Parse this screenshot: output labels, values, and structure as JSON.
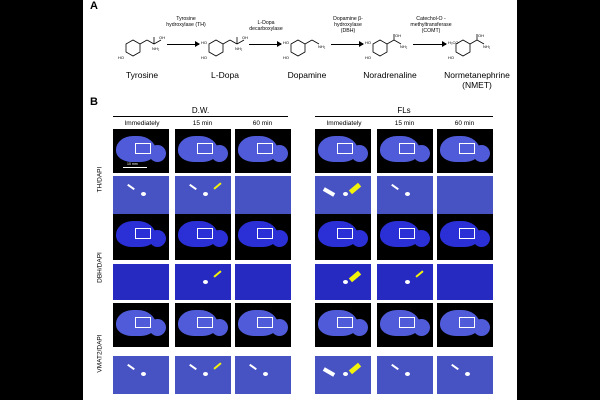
{
  "panel_a": {
    "label": "A",
    "compounds": [
      "Tyrosine",
      "L-Dopa",
      "Dopamine",
      "Noradrenaline",
      "Normetanephrine (NMET)"
    ],
    "enzymes": [
      "Tyrosine hydroxylase (TH)",
      "L-Dopa decarboxylase",
      "Dopamine β-hydroxylase (DBH)",
      "Catechol-O -methyltransferase (COMT)"
    ]
  },
  "panel_b": {
    "label": "B",
    "groups": [
      "D.W.",
      "FLs"
    ],
    "columns": [
      "Immediately",
      "15 min",
      "60 min",
      "Immediately",
      "15 min",
      "60 min"
    ],
    "rows": [
      "TH/DAPI",
      "DBH/DAPI",
      "VMAT2/DAPI"
    ],
    "scalebar": "10 mm"
  },
  "colors": {
    "dapi_blue": "#2a2fd6",
    "dapi_light": "#4f5bd8",
    "signal_yellow": "#f2f20a",
    "signal_white": "#ffffff"
  }
}
